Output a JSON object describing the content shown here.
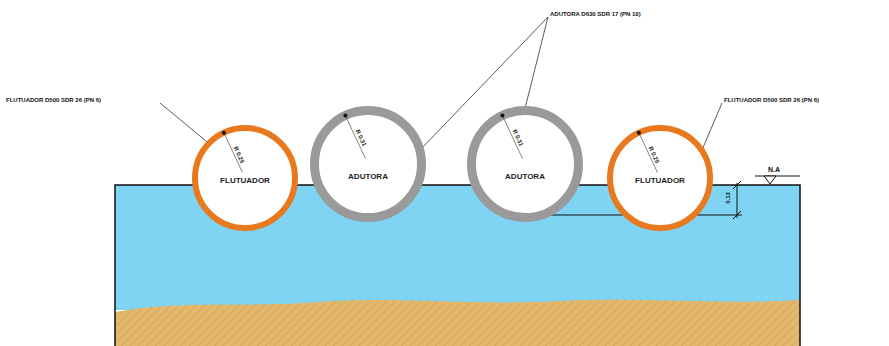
{
  "diagram": {
    "nodes": [
      {
        "text": [
          "FLUTUADOR",
          "R 0.25"
        ]
      },
      {
        "text": [
          "ADUTORA",
          "R 0.31"
        ]
      },
      {
        "text": [
          "ADUTORA",
          "R 0.31"
        ]
      },
      {
        "text": [
          "FLUTUADOR",
          "R 0.25"
        ]
      }
    ],
    "labels": [
      "FLUTUADOR D500 SDR 26 (PN 6)",
      "ADUTORA D630 SDR 17 (PN 10)",
      "FLUTUADOR D500 SDR 26 (PN 6)",
      "N.A",
      "0.13"
    ]
  }
}
